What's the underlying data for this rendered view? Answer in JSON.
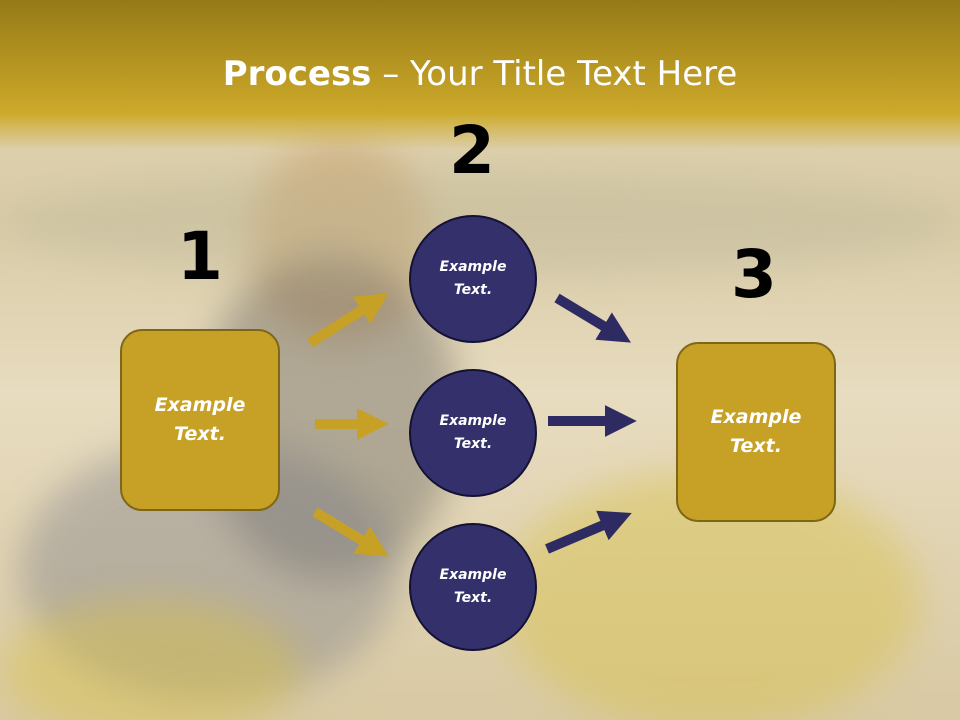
{
  "title": {
    "bold": "Process",
    "rest": " – Your Title Text Here"
  },
  "steps": {
    "one": "1",
    "two": "2",
    "three": "3"
  },
  "nodes": {
    "left_box": "Example Text.",
    "circle_top": "Example Text.",
    "circle_mid": "Example Text.",
    "circle_bottom": "Example Text.",
    "right_box": "Example Text."
  },
  "colors": {
    "gold": "#c7a126",
    "navy": "#33306b",
    "arrow_gold": "#c7a126",
    "arrow_navy": "#2e2b63"
  }
}
